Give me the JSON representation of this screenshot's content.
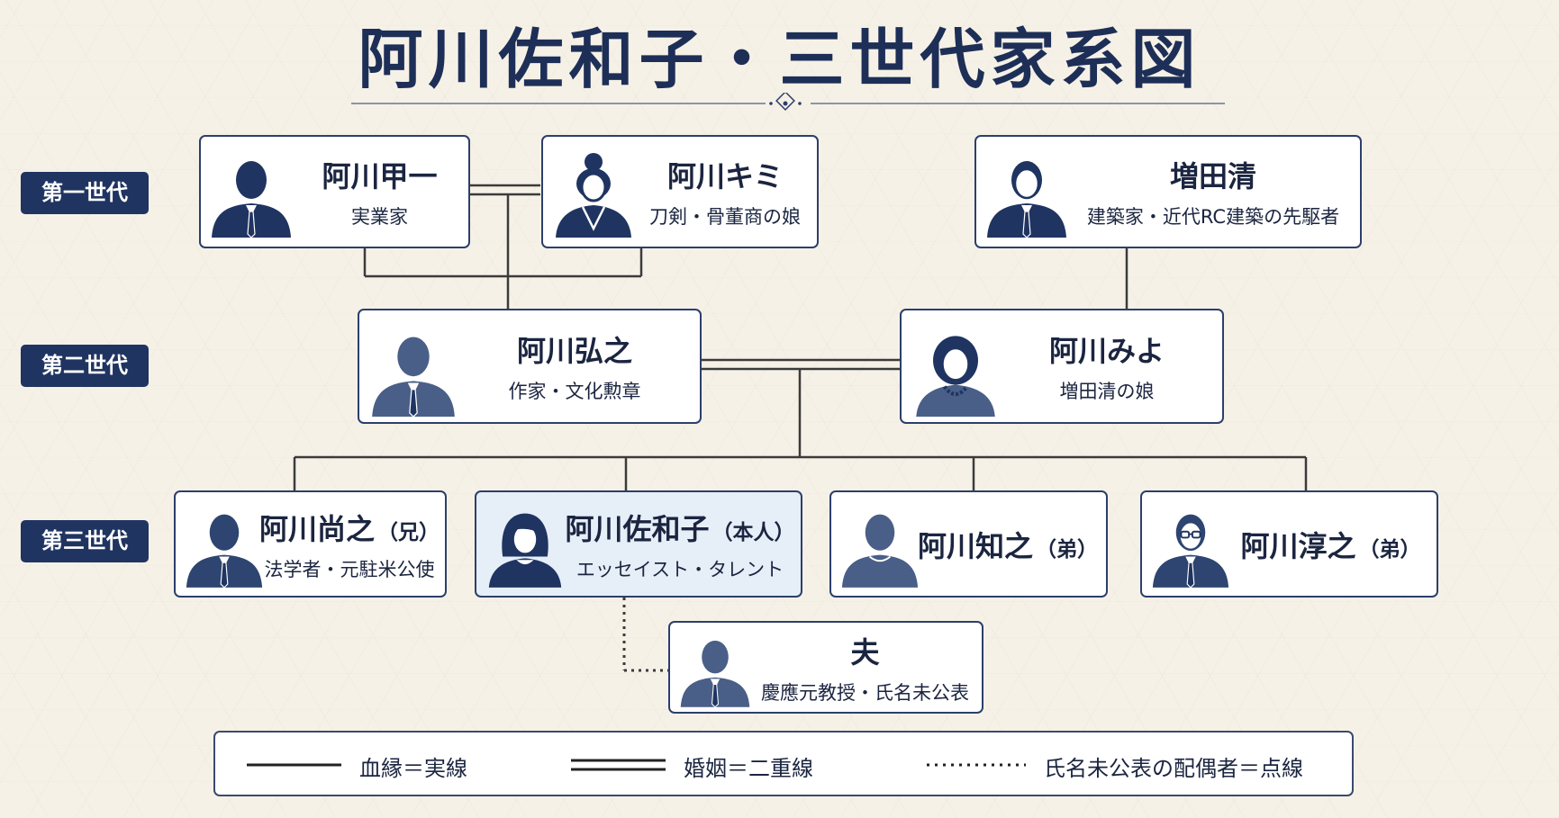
{
  "title": "阿川佐和子・三世代家系図",
  "generations": [
    "第一世代",
    "第二世代",
    "第三世代"
  ],
  "people": {
    "koichi": {
      "name": "阿川甲一",
      "role": "実業家"
    },
    "kimi": {
      "name": "阿川キミ",
      "role": "刀剣・骨董商の娘"
    },
    "masuda": {
      "name": "増田清",
      "role": "建築家・近代RC建築の先駆者"
    },
    "hiroyuki": {
      "name": "阿川弘之",
      "role": "作家・文化勲章"
    },
    "miyo": {
      "name": "阿川みよ",
      "role": "増田清の娘"
    },
    "naoyuki": {
      "name": "阿川尚之",
      "relation": "（兄）",
      "role": "法学者・元駐米公使"
    },
    "sawako": {
      "name": "阿川佐和子",
      "relation": "（本人）",
      "role": "エッセイスト・タレント"
    },
    "tomoyuki": {
      "name": "阿川知之",
      "relation": "（弟）"
    },
    "atsuyuki": {
      "name": "阿川淳之",
      "relation": "（弟）"
    },
    "husband": {
      "name": "夫",
      "role": "慶應元教授・氏名未公表"
    }
  },
  "legend": {
    "blood": "血縁＝実線",
    "marriage": "婚姻＝二重線",
    "undisclosed": "氏名未公表の配偶者＝点線"
  },
  "colors": {
    "navy": "#1f3461",
    "highlight": "#e6eef8",
    "avatar": "#2d4570"
  }
}
